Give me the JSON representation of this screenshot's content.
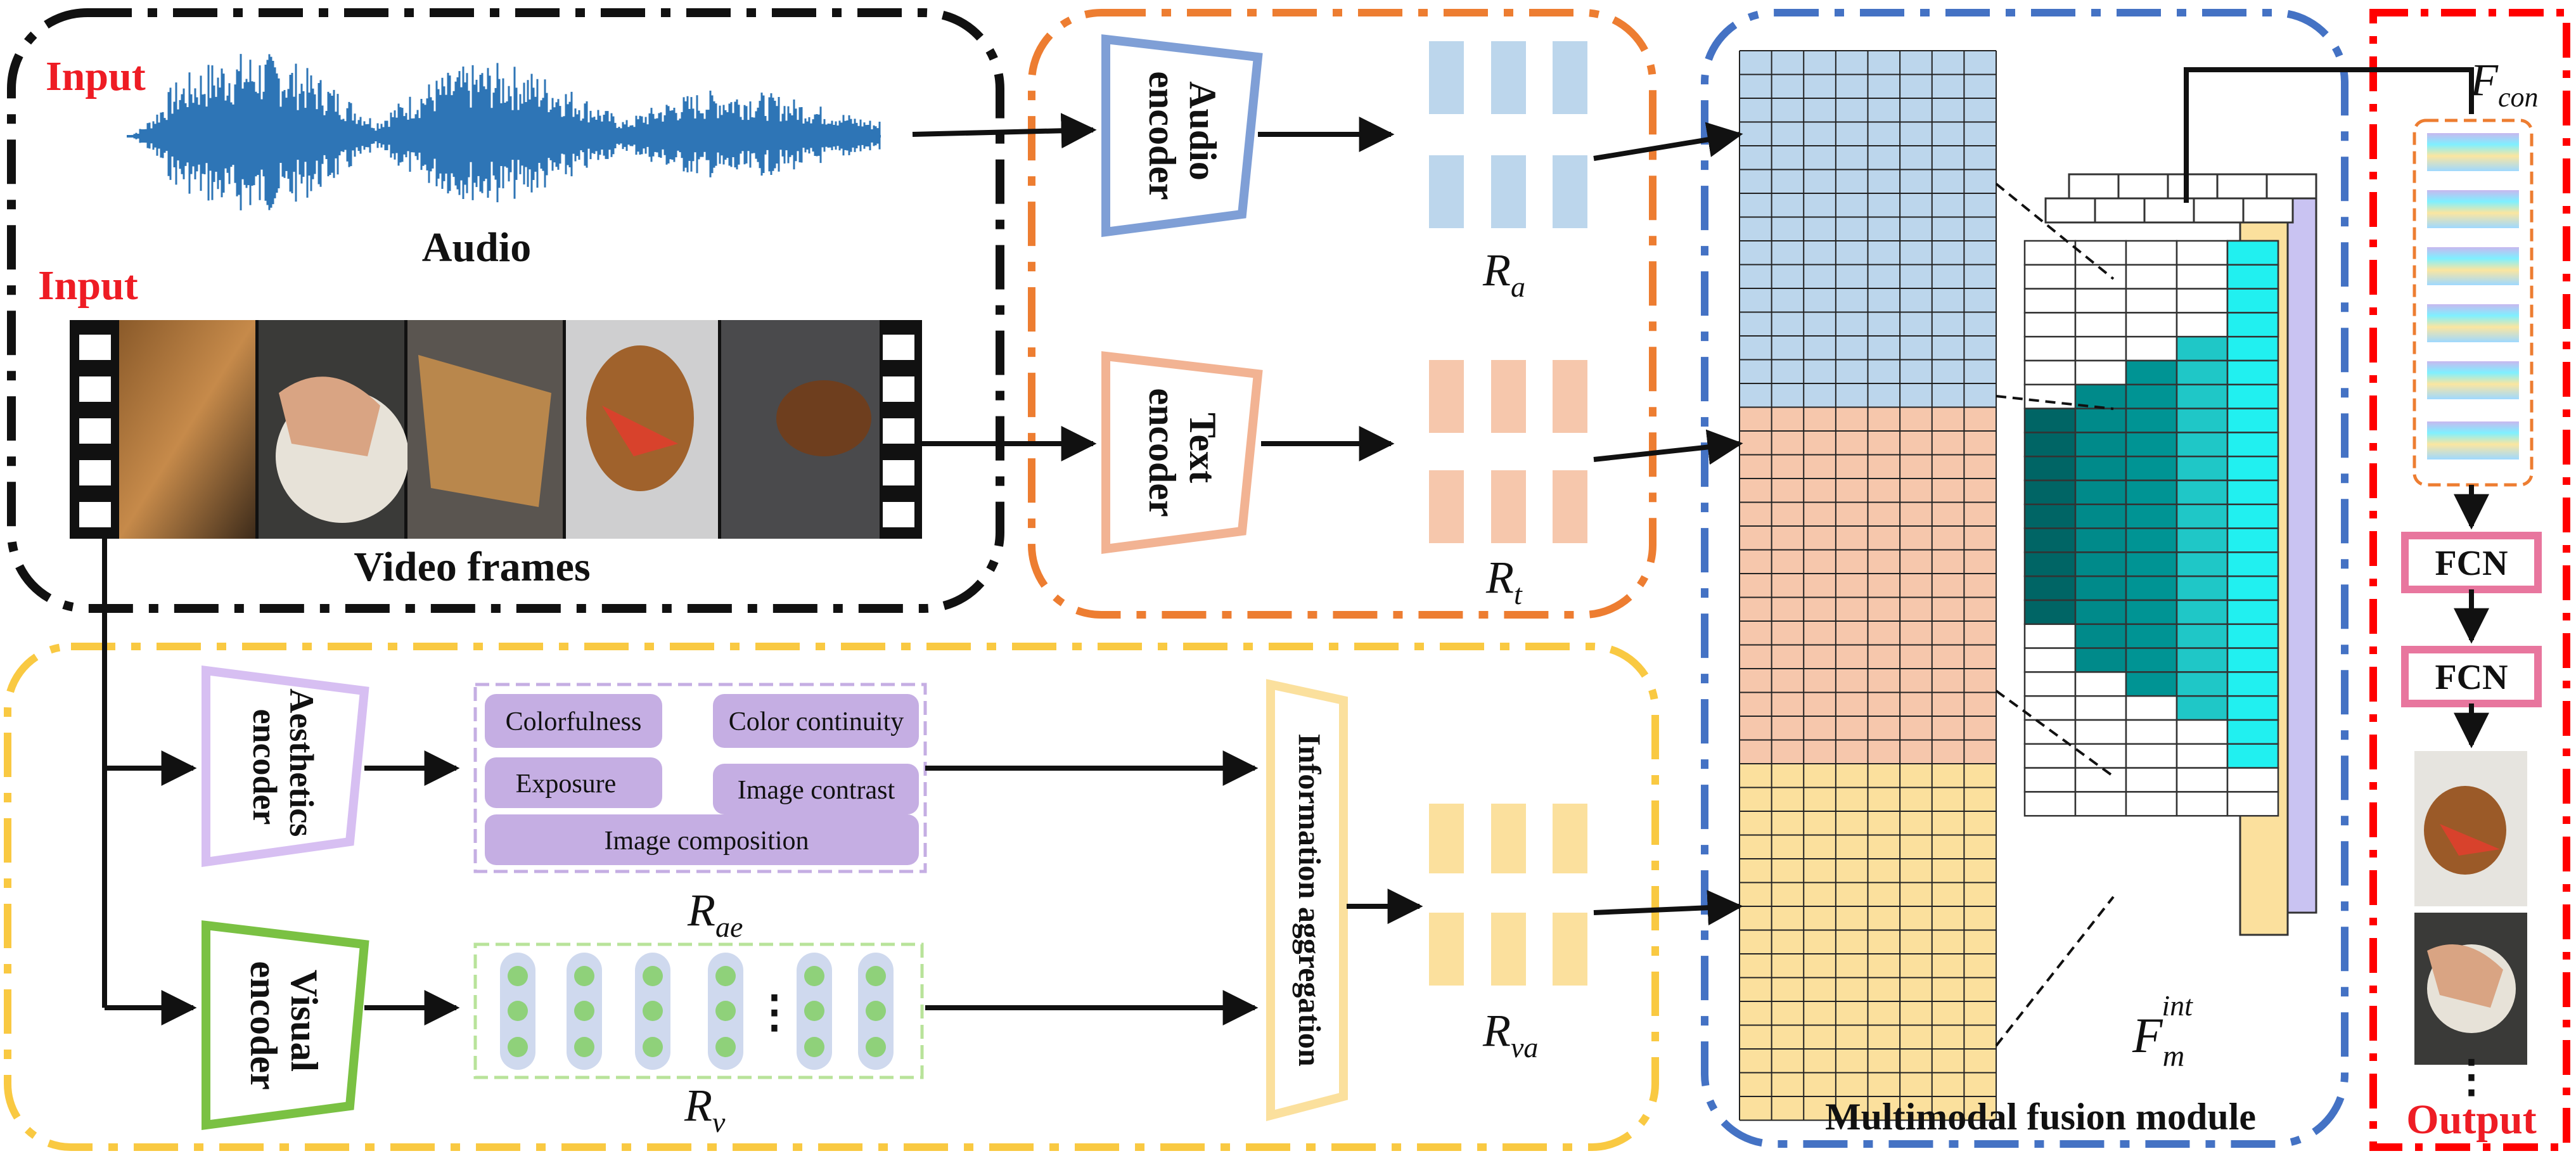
{
  "input_label_audio": "Input",
  "input_label_video": "Input",
  "audio_label": "Audio",
  "video_frames_label": "Video frames",
  "audio_encoder": [
    "Audio",
    "encoder"
  ],
  "text_encoder": [
    "Text",
    "encoder"
  ],
  "aesthetics_encoder": [
    "Aesthetics",
    "encoder"
  ],
  "visual_encoder": [
    "Visual",
    "encoder"
  ],
  "info_aggregation": "Information aggregation",
  "aesthetic_features": {
    "colorfulness": "Colorfulness",
    "color_continuity": "Color continuity",
    "exposure": "Exposure",
    "image_contrast": "Image contrast",
    "image_composition": "Image composition"
  },
  "feature_labels": {
    "ra": {
      "base": "R",
      "sub": "a"
    },
    "rt": {
      "base": "R",
      "sub": "t"
    },
    "rae": {
      "base": "R",
      "sub": "ae"
    },
    "rv": {
      "base": "R",
      "sub": "v"
    },
    "rva": {
      "base": "R",
      "sub": "va"
    },
    "fcon": {
      "base": "F",
      "sub": "con"
    },
    "fm": {
      "base": "F",
      "sub": "m",
      "sup": "int"
    }
  },
  "ellipsis_dots": "⋮",
  "fusion_label": "Multimodal fusion module",
  "fcn_1": "FCN",
  "fcn_2": "FCN",
  "output_label": "Output",
  "output_ellipsis": "⋮",
  "colors": {
    "audio_blue": "#bcd6ec",
    "text_orange": "#f6c7ac",
    "visual_yellow": "#fbe09d",
    "purple": "#c5aee3",
    "teal_light": "#21f0f0",
    "teal_mid": "#00a4a4",
    "teal_dark": "#006565",
    "red_label": "#ee1c24",
    "border_black": "#111111",
    "border_orange": "#ed7d31",
    "border_yellow": "#f9c942",
    "border_blue": "#4472c4",
    "border_red": "#ff0000",
    "pink": "#e8769e",
    "green": "#7ac143",
    "lilac": "#d7bff2"
  }
}
